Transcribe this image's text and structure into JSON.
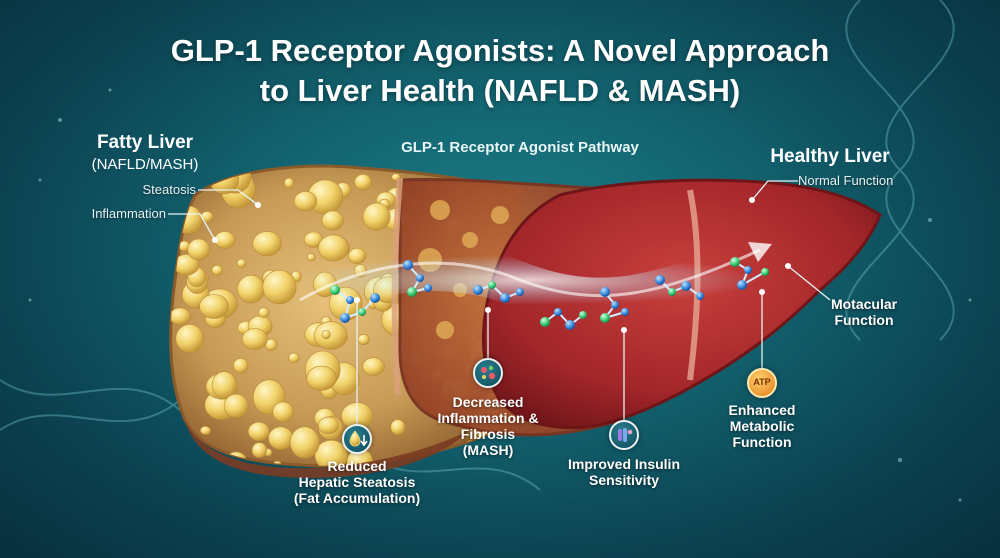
{
  "title_lines": [
    "GLP-1 Receptor Agonists: A Novel Approach",
    "to Liver Health (NAFLD & MASH)"
  ],
  "fatty_liver": {
    "title": "Fatty Liver",
    "subtitle": "(NAFLD/MASH)",
    "callouts": [
      "Steatosis",
      "Inflammation"
    ]
  },
  "pathway_label": "GLP-1 Receptor Agonist Pathway",
  "healthy_liver": {
    "title": "Healthy Liver",
    "callout": "Normal Function"
  },
  "motacular": [
    "Motacular",
    "Function"
  ],
  "benefits": [
    {
      "lines": [
        "Reduced",
        "Hepatic Steatosis",
        "(Fat Accumulation)"
      ],
      "icon": "oil-drop-down-icon"
    },
    {
      "lines": [
        "Decreased",
        "Inflammation &",
        "Fibrosis",
        "(MASH)"
      ],
      "icon": "cells-icon"
    },
    {
      "lines": [
        "Improved Insulin",
        "Sensitivity"
      ],
      "icon": "receptor-icon"
    },
    {
      "lines": [
        "Enhanced",
        "Metabolic",
        "Function"
      ],
      "icon": "atp-icon"
    }
  ],
  "atp_label": "ATP",
  "colors": {
    "background": "#136571",
    "fatty_liver": "#c49a52",
    "healthy_liver": "#a8282a",
    "molecule_blue": "#3b8fe0",
    "molecule_green": "#3fd07a"
  }
}
